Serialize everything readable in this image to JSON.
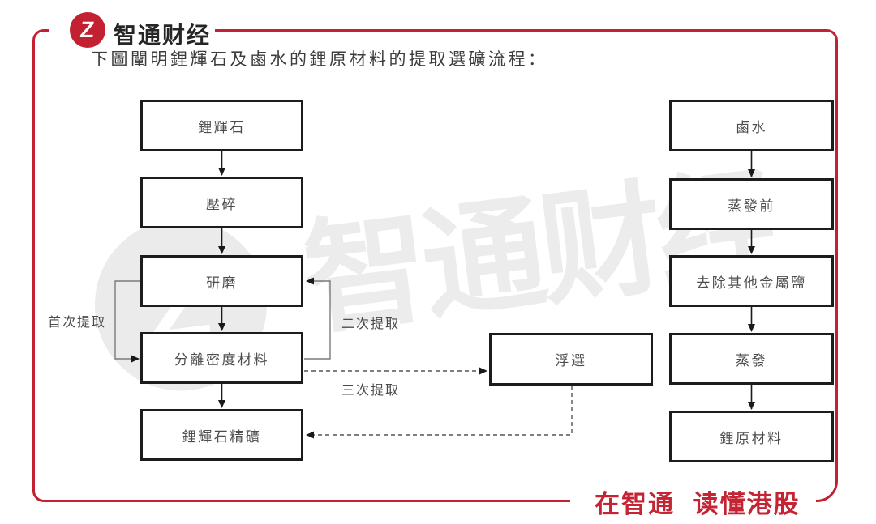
{
  "brand": {
    "logo_text": "智通财经",
    "logo_glyph": "Z",
    "tagline": "在智通 读懂港股"
  },
  "title": "下圖闡明鋰輝石及鹵水的鋰原材料的提取選礦流程：",
  "watermark": {
    "text": "智通财经",
    "glyph": "Z"
  },
  "colors": {
    "accent_red": "#C32032",
    "box_border": "#1c1c1c",
    "box_text": "#4d4d4d",
    "watermark_gray": "#ececec"
  },
  "flowchart": {
    "left_column": [
      "鋰輝石",
      "壓碎",
      "研磨",
      "分離密度材料",
      "鋰輝石精礦"
    ],
    "middle_box": "浮選",
    "right_column": [
      "鹵水",
      "蒸發前",
      "去除其他金屬鹽",
      "蒸發",
      "鋰原材料"
    ],
    "labels": {
      "first_extraction": "首次提取",
      "second_extraction": "二次提取",
      "third_extraction": "三次提取"
    },
    "connections": [
      {
        "from": "鋰輝石",
        "to": "壓碎",
        "style": "solid"
      },
      {
        "from": "壓碎",
        "to": "研磨",
        "style": "solid"
      },
      {
        "from": "研磨",
        "to": "分離密度材料",
        "style": "solid-loop-left",
        "label": "首次提取"
      },
      {
        "from": "分離密度材料",
        "to": "研磨",
        "style": "solid-loop-right",
        "label": "二次提取"
      },
      {
        "from": "分離密度材料",
        "to": "鋰輝石精礦",
        "style": "solid"
      },
      {
        "from": "分離密度材料",
        "to": "浮選",
        "style": "dashed",
        "label": "三次提取"
      },
      {
        "from": "浮選",
        "to": "鋰輝石精礦",
        "style": "dashed"
      },
      {
        "from": "鹵水",
        "to": "蒸發前",
        "style": "solid"
      },
      {
        "from": "蒸發前",
        "to": "去除其他金屬鹽",
        "style": "solid"
      },
      {
        "from": "去除其他金屬鹽",
        "to": "蒸發",
        "style": "solid"
      },
      {
        "from": "蒸發",
        "to": "鋰原材料",
        "style": "solid"
      }
    ]
  }
}
